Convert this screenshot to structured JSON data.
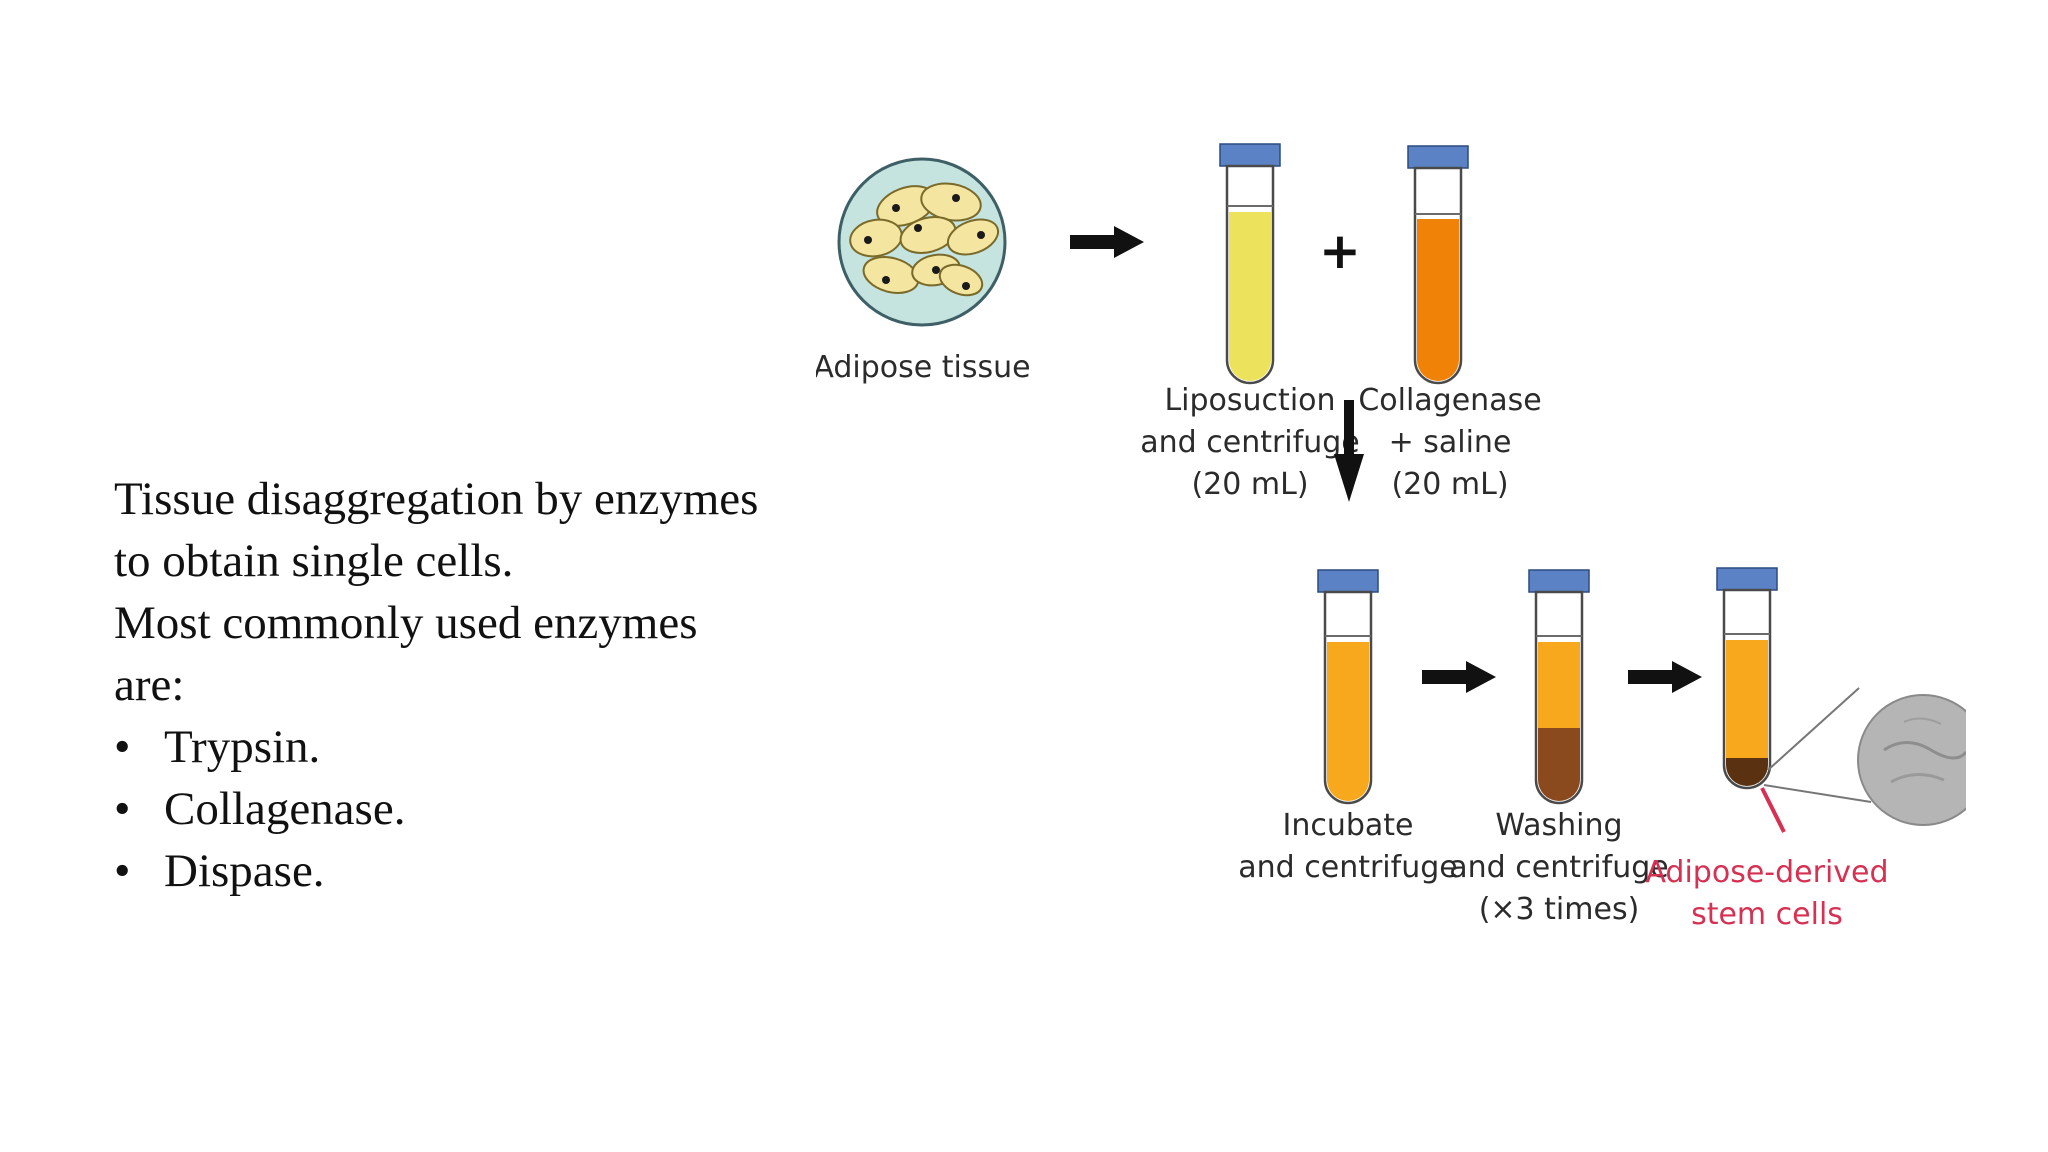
{
  "text": {
    "lines": [
      "Tissue disaggregation by enzymes",
      "to obtain single cells.",
      "Most commonly used enzymes",
      "are:"
    ],
    "bullets": [
      "Trypsin.",
      "Collagenase.",
      "Dispase."
    ],
    "bullet_glyph": "•"
  },
  "diagram": {
    "adipose_label": "Adipose tissue",
    "plus_sign": "+",
    "tube_liposuction": [
      "Liposuction",
      "and centrifuge",
      "(20 mL)"
    ],
    "tube_collagenase": [
      "Collagenase",
      "+ saline",
      "(20 mL)"
    ],
    "tube_incubate": [
      "Incubate",
      "and centrifuge"
    ],
    "tube_washing": [
      "Washing",
      "and centrifuge",
      "(×3 times)"
    ],
    "result_label": [
      "Adipose-derived",
      "stem cells"
    ],
    "colors": {
      "cap": "#5b82c4",
      "yellow_fluid": "#ede25c",
      "orange_fluid": "#f08208",
      "amber_fluid": "#f7a81c",
      "pellet": "#8b4a1d",
      "label_red": "#d63052",
      "tissue_bg": "#c5e4e0",
      "cell": "#f4e5a0"
    }
  }
}
